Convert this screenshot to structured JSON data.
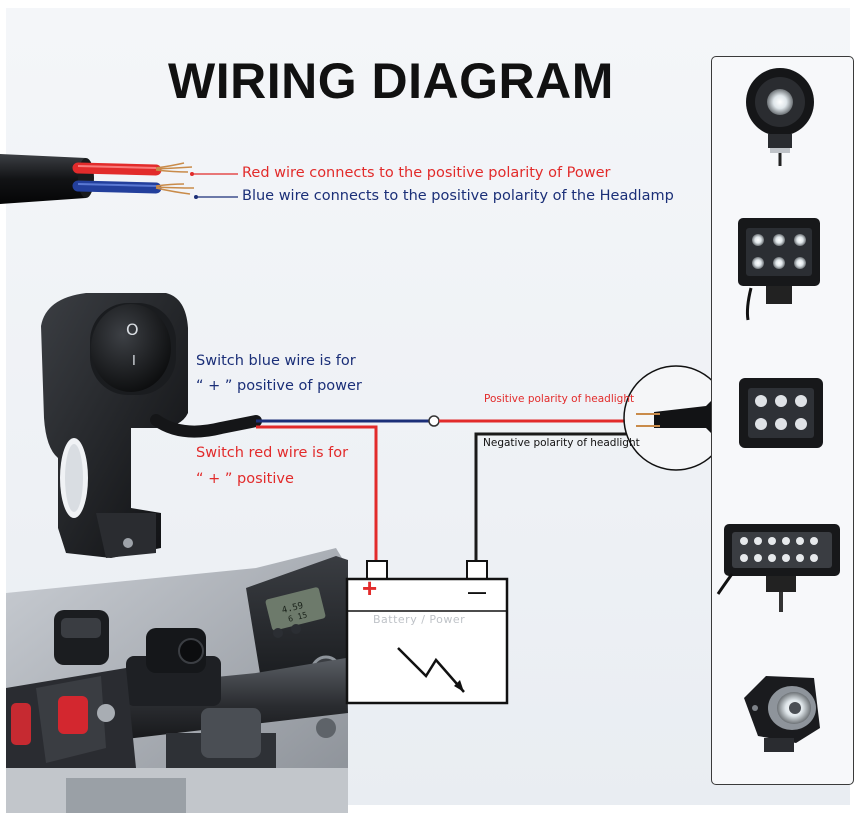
{
  "title": "WIRING DIAGRAM",
  "wire_labels": {
    "red_wire": "Red wire connects to the positive polarity of Power",
    "blue_wire": "Blue wire connects to the positive polarity of the Headlamp"
  },
  "switch_labels": {
    "blue_line1": "Switch blue wire is for",
    "blue_line2": "“ + ” positive of power",
    "red_line1": "Switch red wire is for",
    "red_line2": "“ + ” positive"
  },
  "headlight_labels": {
    "positive": "Positive polarity of headlight",
    "negative": "Negative polarity of headlight"
  },
  "battery": {
    "label": "Battery / Power",
    "plus": "+",
    "minus": "—"
  },
  "switch_symbols": {
    "top": "O",
    "bottom": "I"
  },
  "dash_readout": {
    "line1": "4.59",
    "line2": "6 15"
  },
  "colors": {
    "red_wire": "#e22b2b",
    "blue_wire": "#1b2f78",
    "black_wire": "#1a1a1a"
  },
  "lamps": [
    "round-spot-lamp-icon",
    "six-led-bar-lamp-icon",
    "square-six-led-lamp-icon",
    "twelve-led-bar-lamp-icon",
    "projector-lamp-icon"
  ]
}
